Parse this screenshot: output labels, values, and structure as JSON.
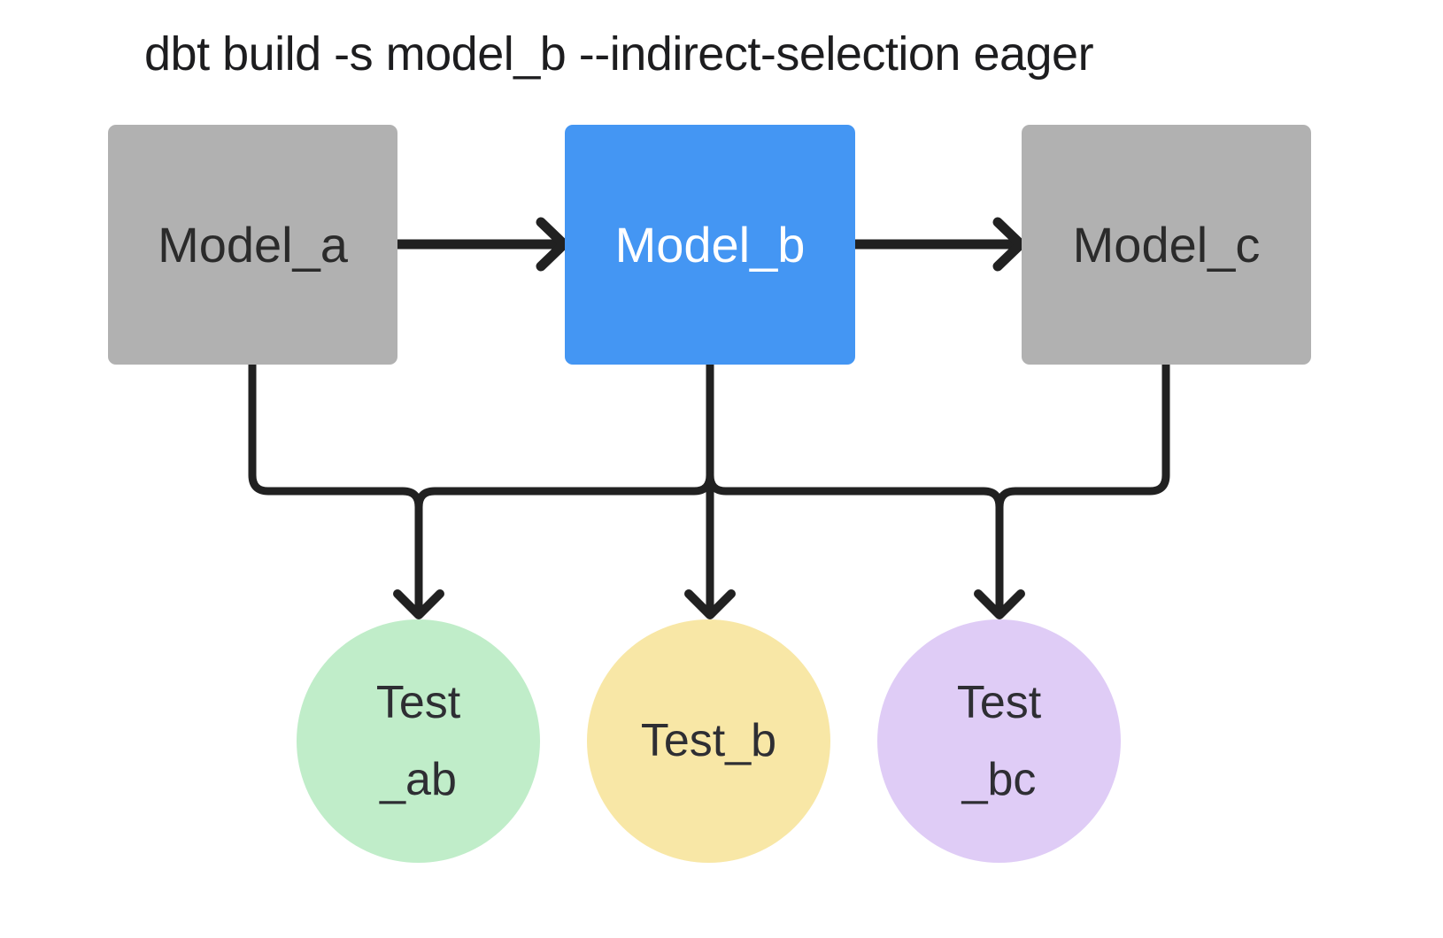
{
  "title": "dbt build -s model_b --indirect-selection eager",
  "nodes": {
    "model_a": {
      "label": "Model_a",
      "type": "model",
      "selected": false
    },
    "model_b": {
      "label": "Model_b",
      "type": "model",
      "selected": true
    },
    "model_c": {
      "label": "Model_c",
      "type": "model",
      "selected": false
    },
    "test_ab": {
      "line1": "Test",
      "line2": "_ab",
      "type": "test"
    },
    "test_b": {
      "line1": "Test_b",
      "line2": "",
      "type": "test"
    },
    "test_bc": {
      "line1": "Test",
      "line2": "_bc",
      "type": "test"
    }
  },
  "edges": [
    {
      "from": "Model_a",
      "to": "Model_b",
      "style": "arrow"
    },
    {
      "from": "Model_b",
      "to": "Model_c",
      "style": "arrow"
    },
    {
      "from": "Model_a, Model_b, Model_c",
      "to": "Test_ab, Test_b, Test_bc",
      "style": "merged-trunk-with-arrows"
    }
  ],
  "colors": {
    "background": "#ffffff",
    "line": "#212121",
    "title_text": "#1d1d1f",
    "model_default_fill": "#b1b1b1",
    "model_default_text": "#2b2b2b",
    "model_selected_fill": "#4496f3",
    "model_selected_text": "#ffffff",
    "test_ab_fill": "#c0edc9",
    "test_b_fill": "#f8e7a6",
    "test_bc_fill": "#dfccf6",
    "test_text": "#2e2e33"
  }
}
